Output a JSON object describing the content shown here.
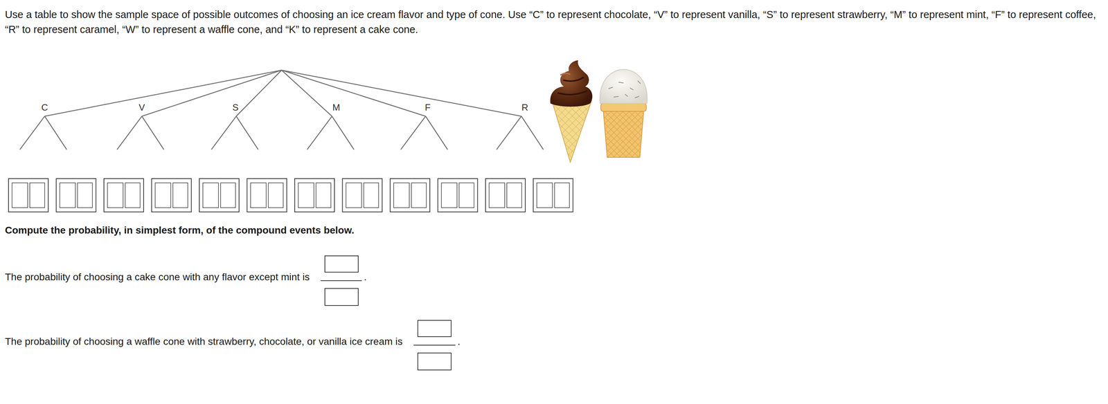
{
  "diagram": {
    "title": "Use a table to show the sample space of possible outcomes of choosing an ice cream flavor and type of cone. Use “C” to represent chocolate, “V” to represent vanilla, “S” to represent strawberry, “M” to represent mint, “F” to represent coffee, “R” to represent caramel, “W” to represent a waffle cone, and “K” to represent a cake cone.",
    "labels": [
      "C",
      "V",
      "S",
      "M",
      "F",
      "R",
      "Compute the probability, in simplest form, of the compound events below.",
      "The probability of choosing a cake cone with any flavor except mint is",
      ".",
      "The probability of choosing a waffle cone with strawberry, chocolate, or vanilla ice cream is",
      "."
    ]
  }
}
